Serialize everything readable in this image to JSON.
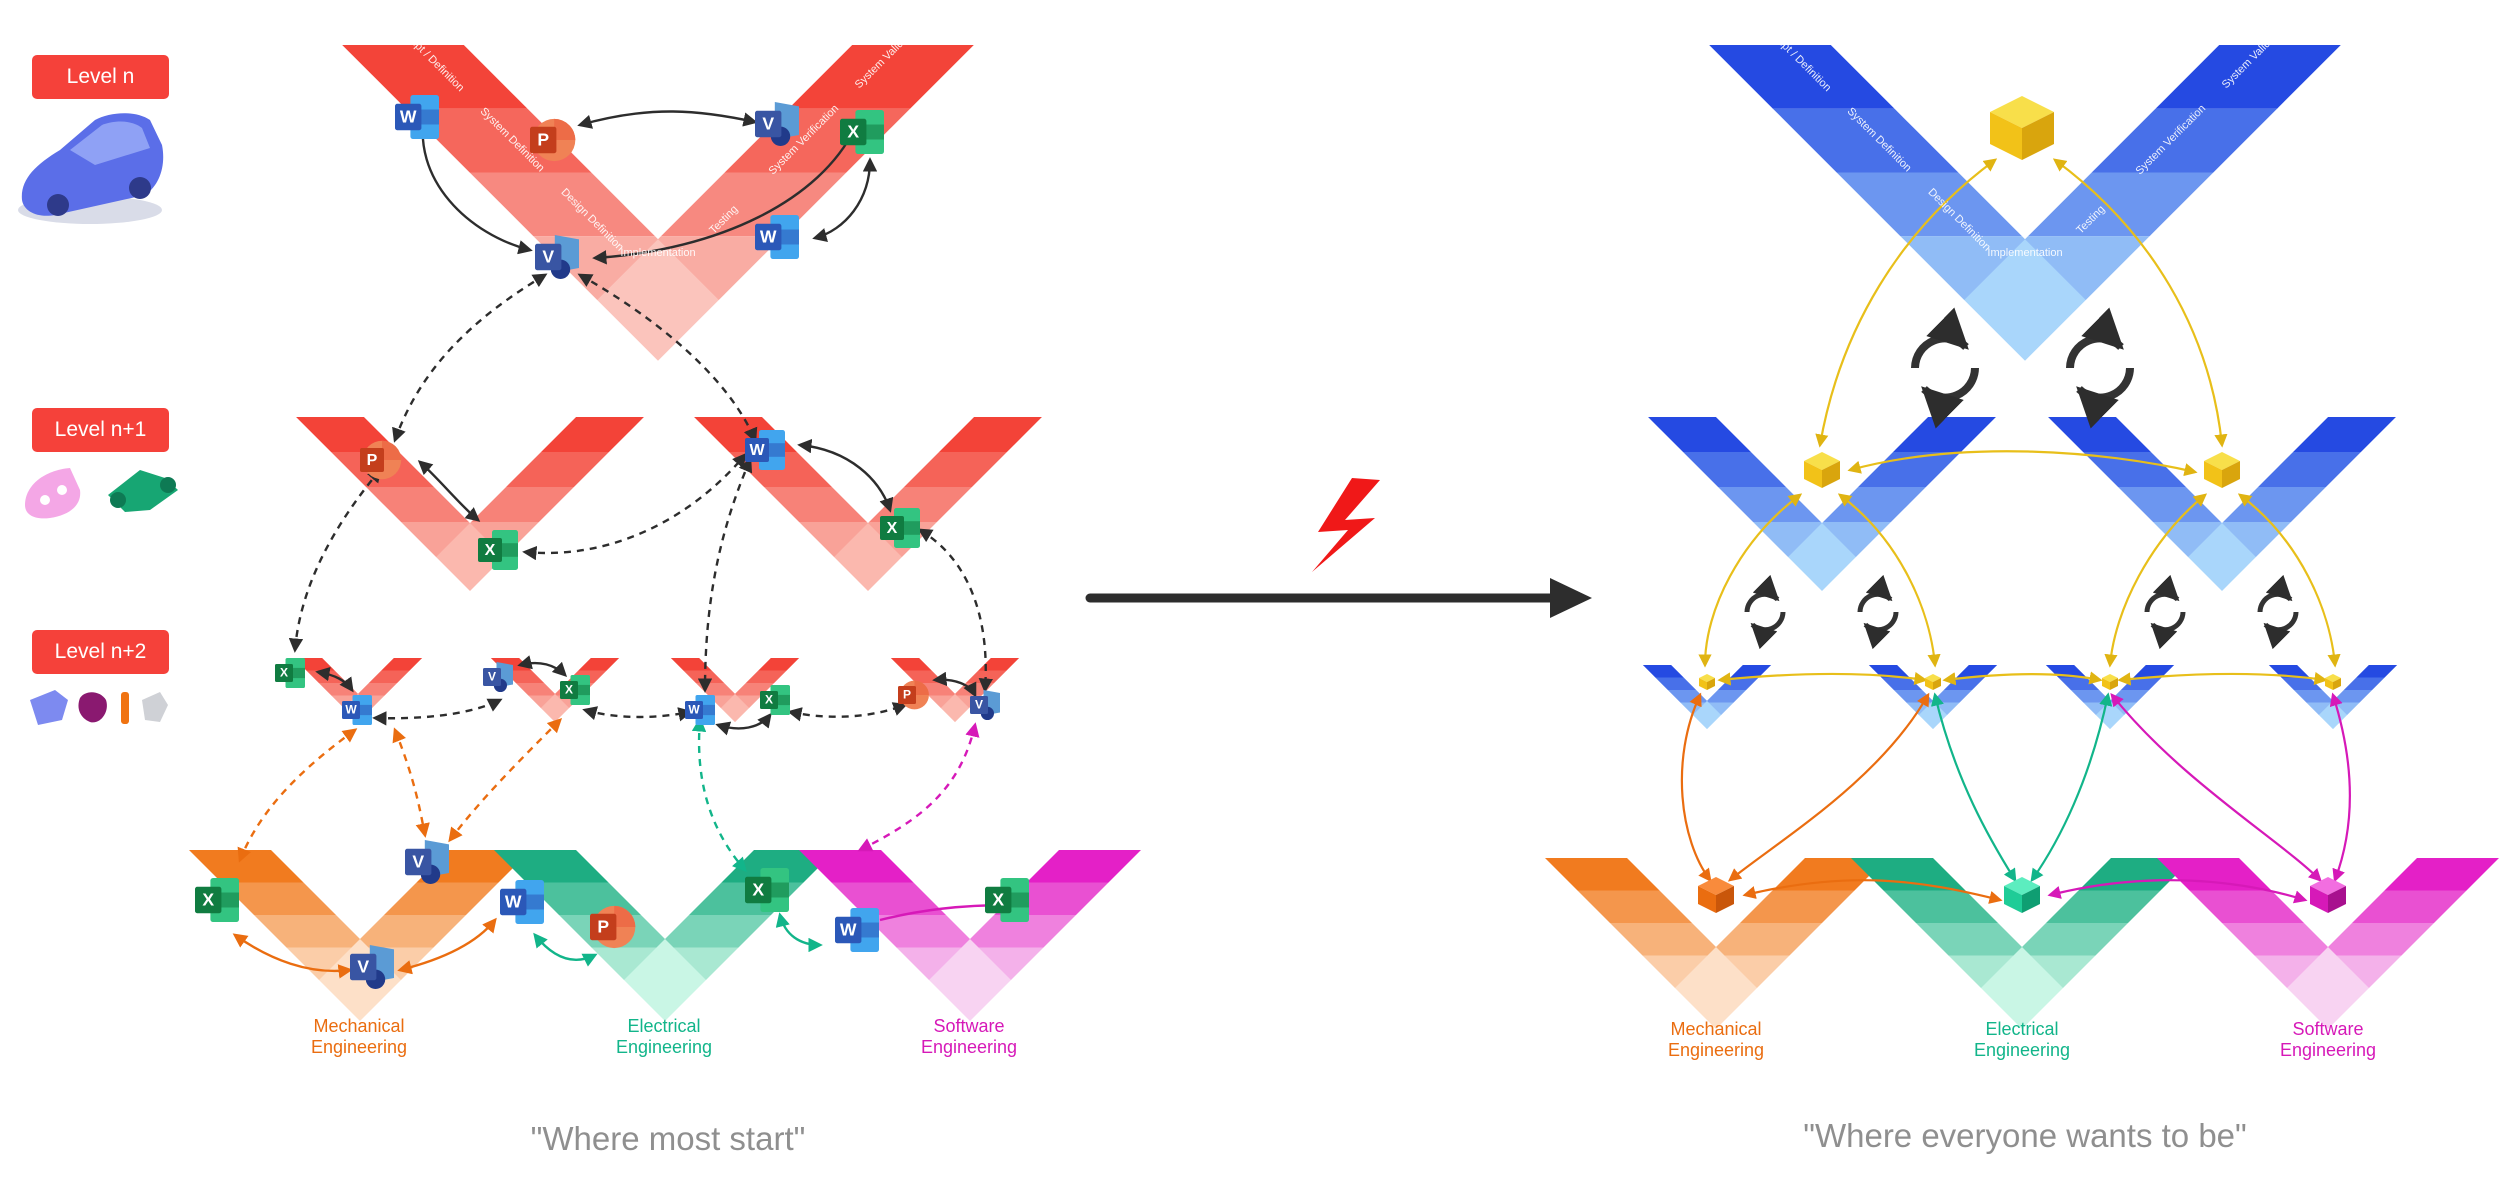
{
  "levels": {
    "n": "Level n",
    "n1": "Level n+1",
    "n2": "Level n+2"
  },
  "disciplines": {
    "mechanical": {
      "line1": "Mechanical",
      "line2": "Engineering",
      "color": "#ea6d10"
    },
    "electrical": {
      "line1": "Electrical",
      "line2": "Engineering",
      "color": "#12b58a"
    },
    "software": {
      "line1": "Software",
      "line2": "Engineering",
      "color": "#d619b8"
    }
  },
  "v_labels": {
    "concept": "Concept / Definition",
    "system_def": "System Definition",
    "design_def": "Design Definition",
    "implementation": "Implementation",
    "testing": "Testing",
    "system_ver": "System Verification",
    "system_val": "System Validation"
  },
  "app_icons": {
    "word": "W",
    "excel": "X",
    "powerpoint": "P",
    "visio": "V"
  },
  "captions": {
    "left": "\"Where most start\"",
    "right": "\"Where everyone wants to be\""
  },
  "colors": {
    "red": "#f5413a",
    "blue_dark": "#1a3fe0",
    "blue_mid": "#3d9df0",
    "blue_light": "#a8d4fb",
    "arrow": "#2d2d2d",
    "bolt": "#f01818",
    "cube_gold": "#f5cf1c",
    "connector_gold": "#e8bf1a"
  }
}
